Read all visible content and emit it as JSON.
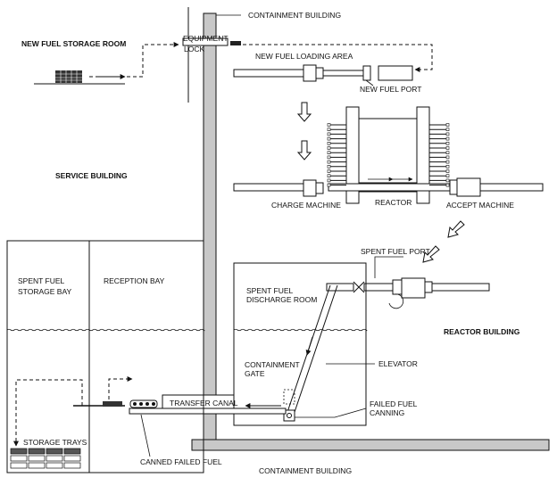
{
  "labels": {
    "containment_building_top": "CONTAINMENT BUILDING",
    "new_fuel_storage_room": "NEW FUEL STORAGE ROOM",
    "equipment_lock_1": "EQUIPMENT",
    "equipment_lock_2": "LOCK",
    "new_fuel_loading_area": "NEW FUEL LOADING AREA",
    "new_fuel_port": "NEW FUEL PORT",
    "service_building": "SERVICE BUILDING",
    "charge_machine": "CHARGE MACHINE",
    "reactor": "REACTOR",
    "accept_machine": "ACCEPT MACHINE",
    "spent_fuel_port": "SPENT FUEL PORT",
    "spent_fuel_storage_bay_1": "SPENT FUEL",
    "spent_fuel_storage_bay_2": "STORAGE BAY",
    "reception_bay": "RECEPTION BAY",
    "spent_fuel_discharge_room_1": "SPENT FUEL",
    "spent_fuel_discharge_room_2": "DISCHARGE ROOM",
    "reactor_building": "REACTOR BUILDING",
    "containment_gate_1": "CONTAINMENT",
    "containment_gate_2": "GATE",
    "elevator": "ELEVATOR",
    "transfer_canal": "TRANSFER CANAL",
    "failed_fuel_canning_1": "FAILED FUEL",
    "failed_fuel_canning_2": "CANNING",
    "storage_trays": "STORAGE TRAYS",
    "canned_failed_fuel": "CANNED FAILED FUEL",
    "containment_building_bottom": "CONTAINMENT BUILDING"
  },
  "colors": {
    "ink": "#111111",
    "wall_fill": "#c8c8c8",
    "background": "#ffffff"
  }
}
